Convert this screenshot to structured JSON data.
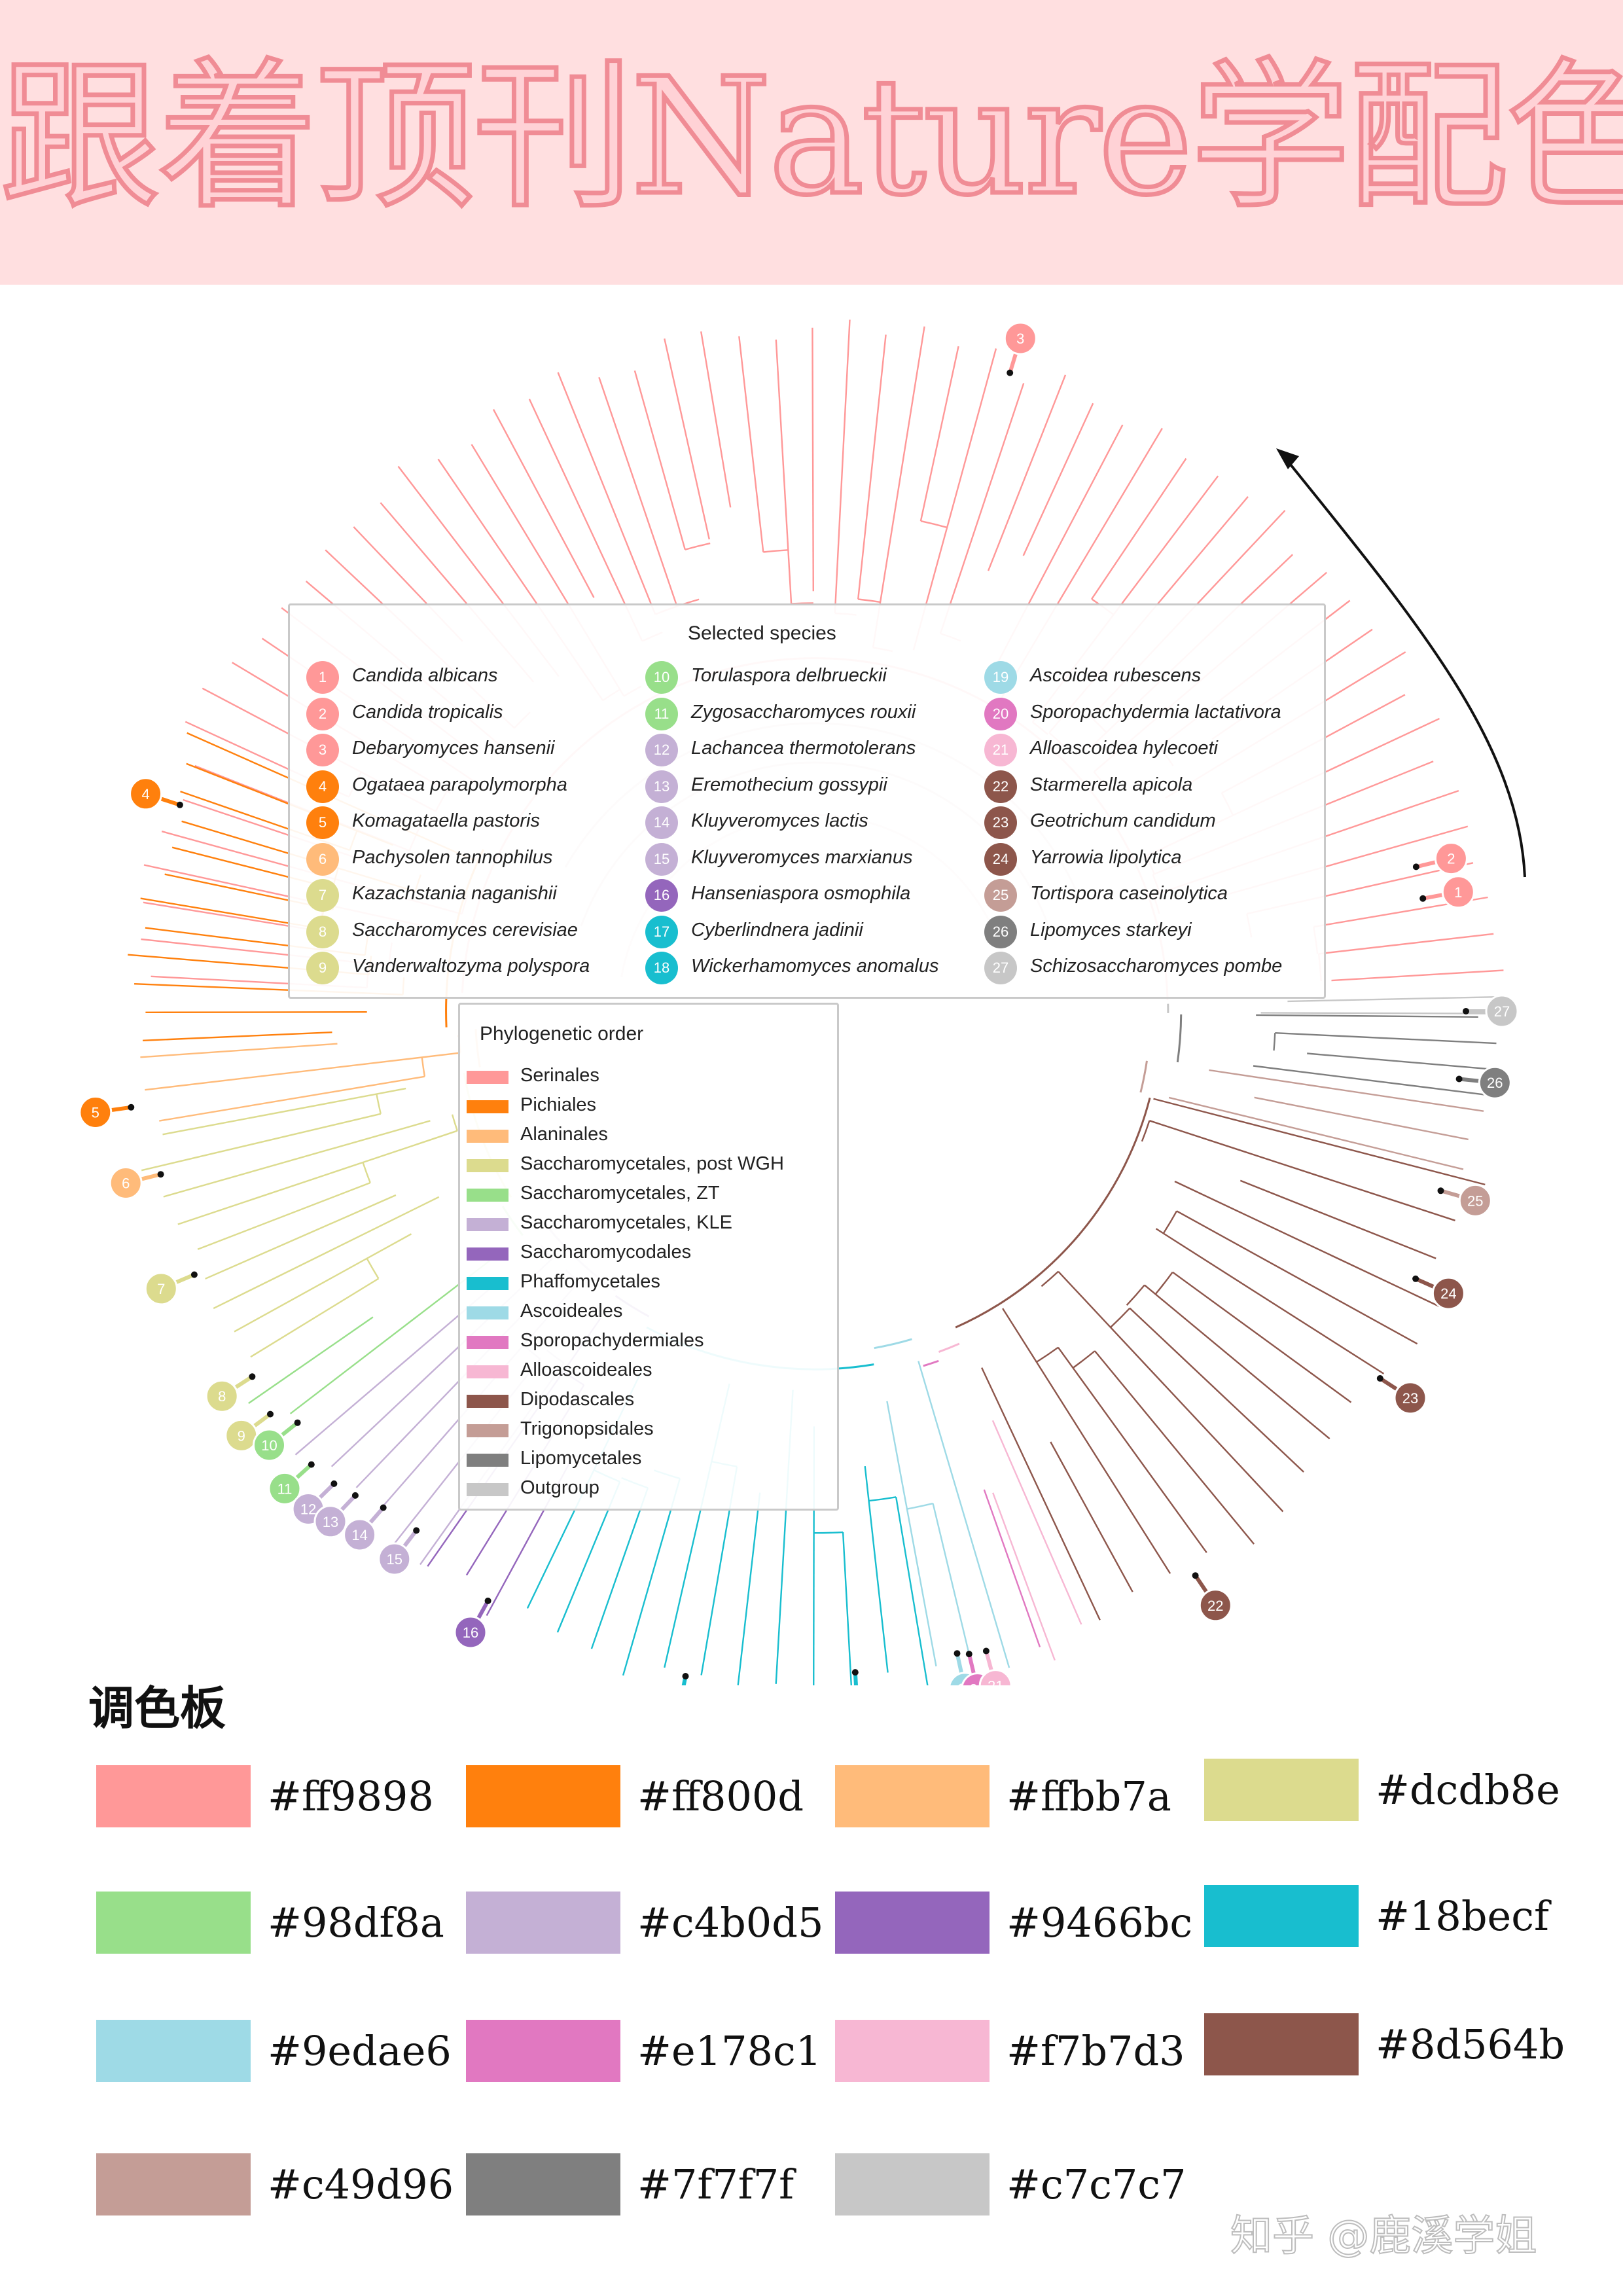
{
  "banner": {
    "title": "跟着顶刊Nature学配色"
  },
  "species_legend": {
    "title": "Selected species",
    "items": [
      {
        "num": "1",
        "name": "Candida albicans",
        "color": "#ff9898"
      },
      {
        "num": "2",
        "name": "Candida tropicalis",
        "color": "#ff9898"
      },
      {
        "num": "3",
        "name": "Debaryomyces hansenii",
        "color": "#ff9898"
      },
      {
        "num": "4",
        "name": "Ogataea parapolymorpha",
        "color": "#ff800d"
      },
      {
        "num": "5",
        "name": "Komagataella pastoris",
        "color": "#ff800d"
      },
      {
        "num": "6",
        "name": "Pachysolen tannophilus",
        "color": "#ffbb7a"
      },
      {
        "num": "7",
        "name": "Kazachstania naganishii",
        "color": "#dcdb8e"
      },
      {
        "num": "8",
        "name": "Saccharomyces cerevisiae",
        "color": "#dcdb8e"
      },
      {
        "num": "9",
        "name": "Vanderwaltozyma polyspora",
        "color": "#dcdb8e"
      },
      {
        "num": "10",
        "name": "Torulaspora delbrueckii",
        "color": "#98df8a"
      },
      {
        "num": "11",
        "name": "Zygosaccharomyces rouxii",
        "color": "#98df8a"
      },
      {
        "num": "12",
        "name": "Lachancea thermotolerans",
        "color": "#c4b0d5"
      },
      {
        "num": "13",
        "name": "Eremothecium gossypii",
        "color": "#c4b0d5"
      },
      {
        "num": "14",
        "name": "Kluyveromyces lactis",
        "color": "#c4b0d5"
      },
      {
        "num": "15",
        "name": "Kluyveromyces marxianus",
        "color": "#c4b0d5"
      },
      {
        "num": "16",
        "name": "Hanseniaspora osmophila",
        "color": "#9466bc"
      },
      {
        "num": "17",
        "name": "Cyberlindnera jadinii",
        "color": "#18becf"
      },
      {
        "num": "18",
        "name": "Wickerhamomyces anomalus",
        "color": "#18becf"
      },
      {
        "num": "19",
        "name": "Ascoidea rubescens",
        "color": "#9edae6"
      },
      {
        "num": "20",
        "name": "Sporopachydermia lactativora",
        "color": "#e178c1"
      },
      {
        "num": "21",
        "name": "Alloascoidea hylecoeti",
        "color": "#f7b7d3"
      },
      {
        "num": "22",
        "name": "Starmerella apicola",
        "color": "#8d564b"
      },
      {
        "num": "23",
        "name": "Geotrichum candidum",
        "color": "#8d564b"
      },
      {
        "num": "24",
        "name": "Yarrowia lipolytica",
        "color": "#8d564b"
      },
      {
        "num": "25",
        "name": "Tortispora caseinolytica",
        "color": "#c49d96"
      },
      {
        "num": "26",
        "name": "Lipomyces starkeyi",
        "color": "#7f7f7f"
      },
      {
        "num": "27",
        "name": "Schizosaccharomyces pombe",
        "color": "#c7c7c7"
      }
    ]
  },
  "order_legend": {
    "title": "Phylogenetic order",
    "items": [
      {
        "name": "Serinales",
        "color": "#ff9898"
      },
      {
        "name": "Pichiales",
        "color": "#ff800d"
      },
      {
        "name": "Alaninales",
        "color": "#ffbb7a"
      },
      {
        "name": "Saccharomycetales, post WGH",
        "color": "#dcdb8e"
      },
      {
        "name": "Saccharomycetales, ZT",
        "color": "#98df8a"
      },
      {
        "name": "Saccharomycetales, KLE",
        "color": "#c4b0d5"
      },
      {
        "name": "Saccharomycodales",
        "color": "#9466bc"
      },
      {
        "name": "Phaffomycetales",
        "color": "#18becf"
      },
      {
        "name": "Ascoideales",
        "color": "#9edae6"
      },
      {
        "name": "Sporopachydermiales",
        "color": "#e178c1"
      },
      {
        "name": "Alloascoideales",
        "color": "#f7b7d3"
      },
      {
        "name": "Dipodascales",
        "color": "#8d564b"
      },
      {
        "name": "Trigonopsidales",
        "color": "#c49d96"
      },
      {
        "name": "Lipomycetales",
        "color": "#7f7f7f"
      },
      {
        "name": "Outgroup",
        "color": "#c7c7c7"
      }
    ]
  },
  "palette": {
    "title": "调色板",
    "colors": [
      "#ff9898",
      "#ff800d",
      "#ffbb7a",
      "#dcdb8e",
      "#98df8a",
      "#c4b0d5",
      "#9466bc",
      "#18becf",
      "#9edae6",
      "#e178c1",
      "#f7b7d3",
      "#8d564b",
      "#c49d96",
      "#7f7f7f",
      "#c7c7c7"
    ]
  },
  "watermark": "知乎 @鹿溪学姐"
}
